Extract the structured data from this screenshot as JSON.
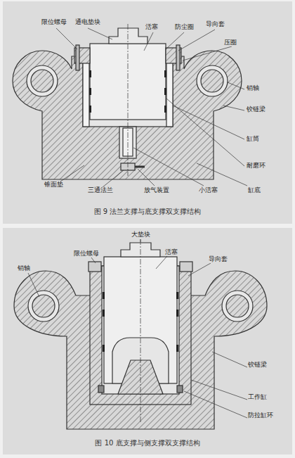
{
  "diagram": {
    "labels": [
      "限位螺母",
      "通电垫块",
      "活塞",
      "防尘圈",
      "导向套",
      "压圈",
      "销轴",
      "铰链梁",
      "缸筒",
      "耐磨环",
      "缸底",
      "小活塞",
      "放气装置",
      "三通法兰",
      "锥面垫",
      "图 9 法兰支撑与底支撑双支撑结构",
      "大垫块",
      "活塞",
      "限位螺母",
      "导向套",
      "销轴",
      "铰链梁",
      "工作缸",
      "防拉缸环",
      "图 10 底支撑与侧支撑双支撑结构"
    ]
  }
}
